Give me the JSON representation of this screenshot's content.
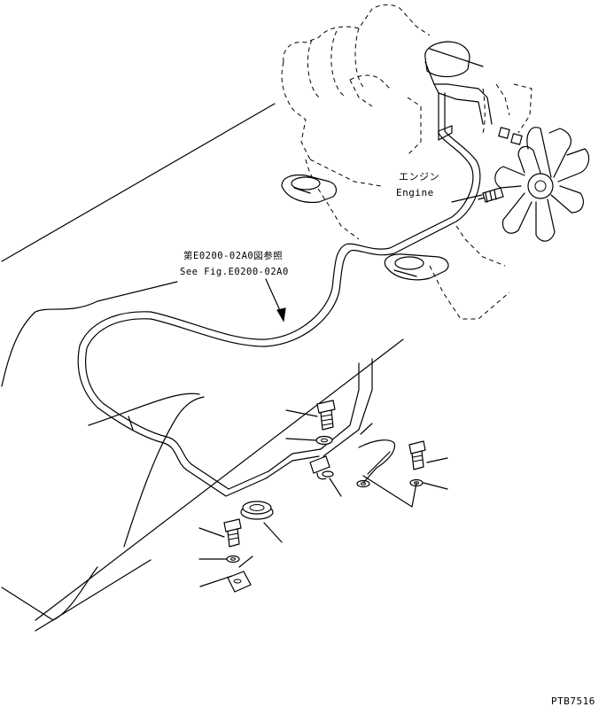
{
  "labels": {
    "engine_jp": "エンジン",
    "engine_en": "Engine",
    "ref_jp": "第E0200-02A0図参照",
    "ref_en": "See Fig.E0200-02A0",
    "drawing_code": "PTB7516"
  }
}
